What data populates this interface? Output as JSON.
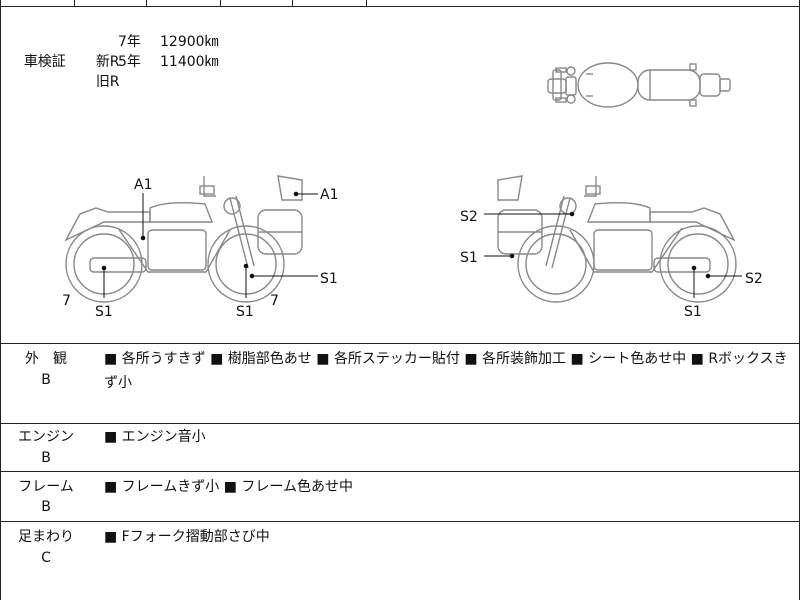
{
  "certificate": {
    "label": "車検証",
    "new_r": "新R",
    "new_years": "7年",
    "new_value": "12900㎞",
    "old_r": "旧R",
    "old_years": "5年",
    "old_value": "11400㎞"
  },
  "diagram_labels": {
    "left": [
      "A1",
      "A1",
      "S1",
      "S1",
      "S1",
      "7",
      "7"
    ],
    "right": [
      "S2",
      "S1",
      "S1",
      "S2"
    ]
  },
  "sections": [
    {
      "name": "外　観",
      "grade": "B",
      "notes": "■ 各所うすきず ■ 樹脂部色あせ ■ 各所ステッカー貼付 ■ 各所装飾加工 ■ シート色あせ中 ■ Rボックスきず小"
    },
    {
      "name": "エンジン",
      "grade": "B",
      "notes": "■ エンジン音小"
    },
    {
      "name": "フレーム",
      "grade": "B",
      "notes": "■ フレームきず小 ■ フレーム色あせ中"
    },
    {
      "name": "足まわり",
      "grade": "C",
      "notes": "■ Fフォーク摺動部さび中"
    }
  ]
}
